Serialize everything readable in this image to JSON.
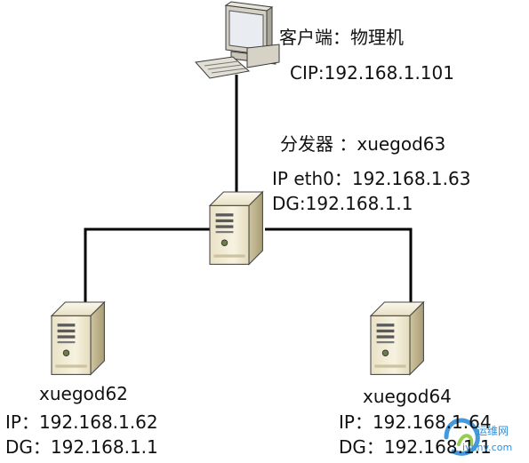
{
  "client": {
    "title": "客户端：物理机",
    "ip": "CIP:192.168.1.101"
  },
  "distributor": {
    "title": "分发器 ：xuegod63",
    "ip": "IP eth0：192.168.1.63",
    "dg": "DG:192.168.1.1"
  },
  "node_left": {
    "name": "xuegod62",
    "ip": "IP：192.168.1.62",
    "dg": "DG：192.168.1.1"
  },
  "node_right": {
    "name": "xuegod64",
    "ip": "IP：192.168.1.64",
    "dg": "DG：192.168.1.1"
  },
  "watermark": {
    "text": "运维网",
    "url": "iyunv.com"
  },
  "colors": {
    "line": "#000000",
    "server_body": "#f1ebd3",
    "server_side": "#bfb58e",
    "watermark": "#2f8fd8"
  }
}
